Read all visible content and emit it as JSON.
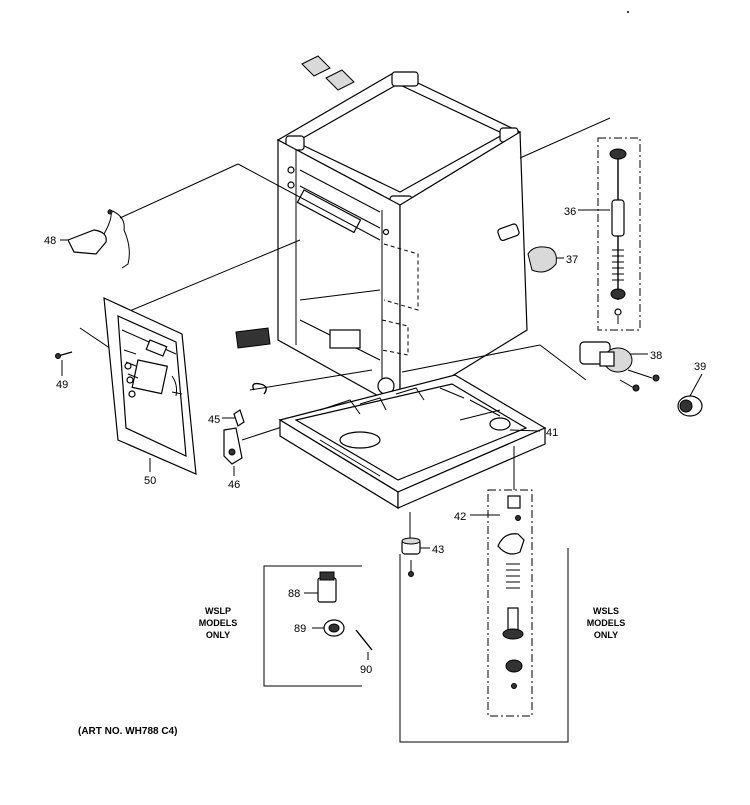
{
  "callouts": {
    "c36": "36",
    "c37": "37",
    "c38": "38",
    "c39": "39",
    "c41": "41",
    "c42": "42",
    "c43": "43",
    "c45": "45",
    "c46": "46",
    "c48": "48",
    "c49": "49",
    "c50": "50",
    "c88": "88",
    "c89": "89",
    "c90": "90"
  },
  "notes": {
    "wslp_line1": "WSLP",
    "wslp_line2": "MODELS",
    "wslp_line3": "ONLY",
    "wsls_line1": "WSLS",
    "wsls_line2": "MODELS",
    "wsls_line3": "ONLY"
  },
  "art_number": "(ART NO. WH788 C4)"
}
